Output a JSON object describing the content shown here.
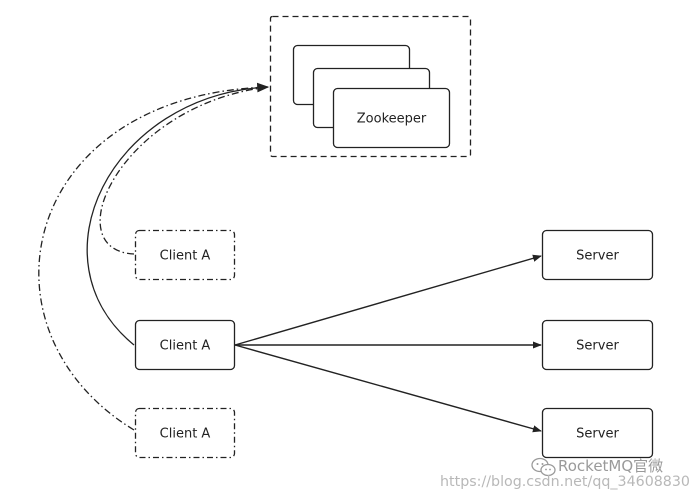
{
  "zookeeper": {
    "label": "Zookeeper"
  },
  "clients": [
    {
      "label": "Client A",
      "style": "dashed"
    },
    {
      "label": "Client A",
      "style": "solid"
    },
    {
      "label": "Client A",
      "style": "dashed"
    }
  ],
  "servers": [
    {
      "label": "Server"
    },
    {
      "label": "Server"
    },
    {
      "label": "Server"
    }
  ],
  "watermark": {
    "brand": "RocketMQ官微",
    "url": "https://blog.csdn.net/qq_34608830"
  },
  "colors": {
    "stroke": "#222222",
    "background": "#ffffff",
    "watermark": "#b8b8b8"
  }
}
